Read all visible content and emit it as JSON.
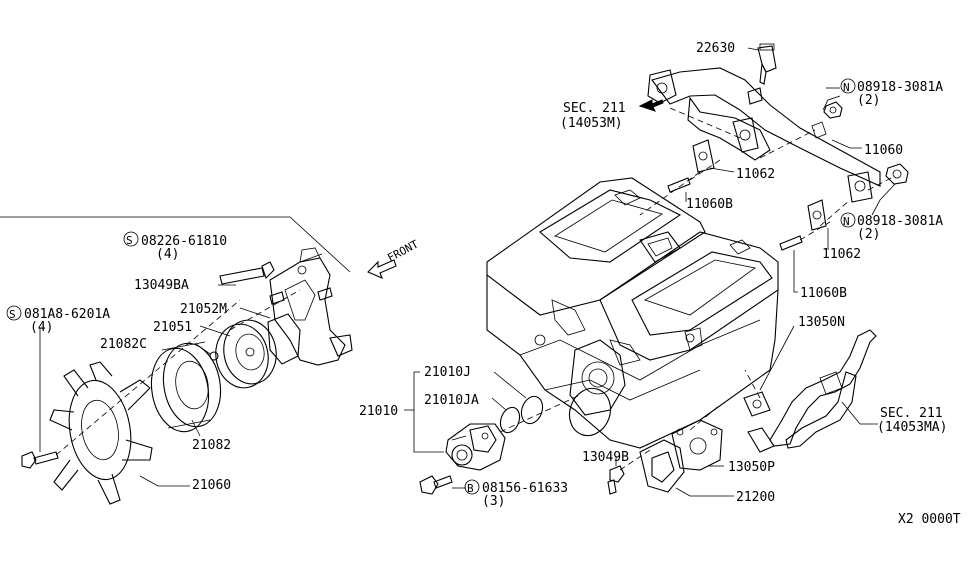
{
  "labels": {
    "p22630": "22630",
    "n1": "08918-3081A",
    "n1_qty": "(2)",
    "sec211_top": "SEC. 211",
    "sec211_top_ref": "(14053M)",
    "p11060": "11060",
    "p11062_a": "11062",
    "p11060b_a": "11060B",
    "n2": "08918-3081A",
    "n2_qty": "(2)",
    "p11062_b": "11062",
    "p11060b_b": "11060B",
    "s1": "08226-61810",
    "s1_qty": "(4)",
    "front": "FRONT",
    "p13049ba": "13049BA",
    "s2": "081A8-6201A",
    "s2_qty": "(4)",
    "p21052m": "21052M",
    "p21051": "21051",
    "p21082c": "21082C",
    "p13050n": "13050N",
    "p21010j": "21010J",
    "p21010": "21010",
    "p21010ja": "21010JA",
    "sec211_right": "SEC. 211",
    "sec211_right_ref": "(14053MA)",
    "p21082": "21082",
    "p13049b": "13049B",
    "p13050p": "13050P",
    "p21060": "21060",
    "b1": "08156-61633",
    "b1_qty": "(3)",
    "p21200": "21200",
    "diagram_code": "X2 0000T"
  },
  "symbols": {
    "n": "N",
    "s": "S",
    "b": "B"
  }
}
